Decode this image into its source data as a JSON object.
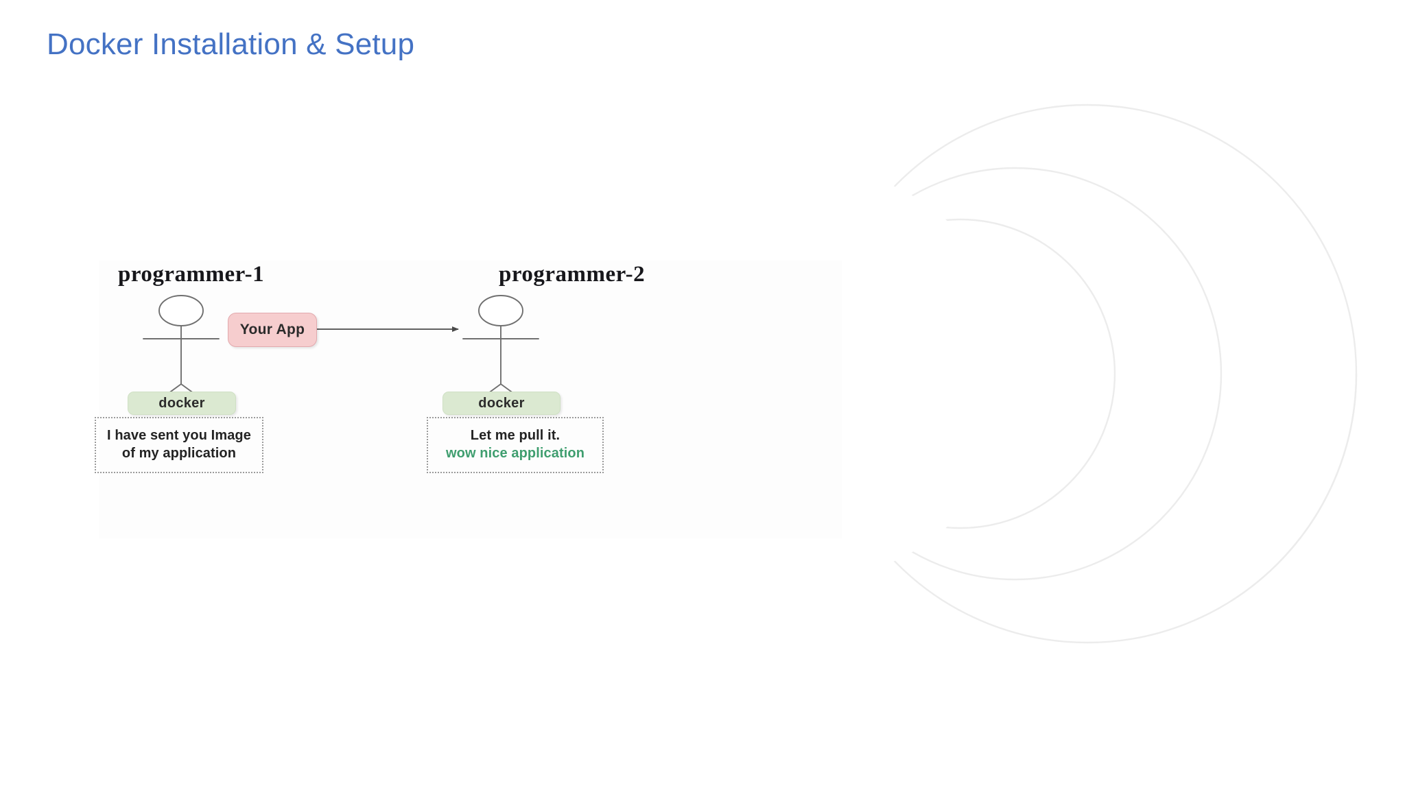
{
  "slide": {
    "title": "Docker Installation & Setup",
    "title_color": "#4472c4",
    "background_color": "#ffffff"
  },
  "decoration": {
    "arc_color": "#ececec",
    "shape": "concentric-crescent-arcs",
    "count": 3
  },
  "diagram": {
    "type": "stick-figure-flow",
    "labels": {
      "programmer_1": "programmer-1",
      "programmer_2": "programmer-2"
    },
    "pills": {
      "your_app": "Your App",
      "docker_left": "docker",
      "docker_right": "docker"
    },
    "colors": {
      "app_fill": "#f6cdce",
      "app_border": "#e2a9ad",
      "docker_fill": "#dbe9d1",
      "docker_border": "#cfe0c4",
      "stroke": "#6f6f6f",
      "note_border": "#9a9a9a",
      "green_text": "#3f9e6f"
    },
    "notes": {
      "left": {
        "line1": "I have sent you Image",
        "line2": "of my application"
      },
      "right": {
        "line1": "Let me pull it.",
        "line2": "wow nice application"
      }
    },
    "arrow": {
      "direction": "left-to-right",
      "from": "Your App",
      "to": "programmer-2"
    }
  }
}
